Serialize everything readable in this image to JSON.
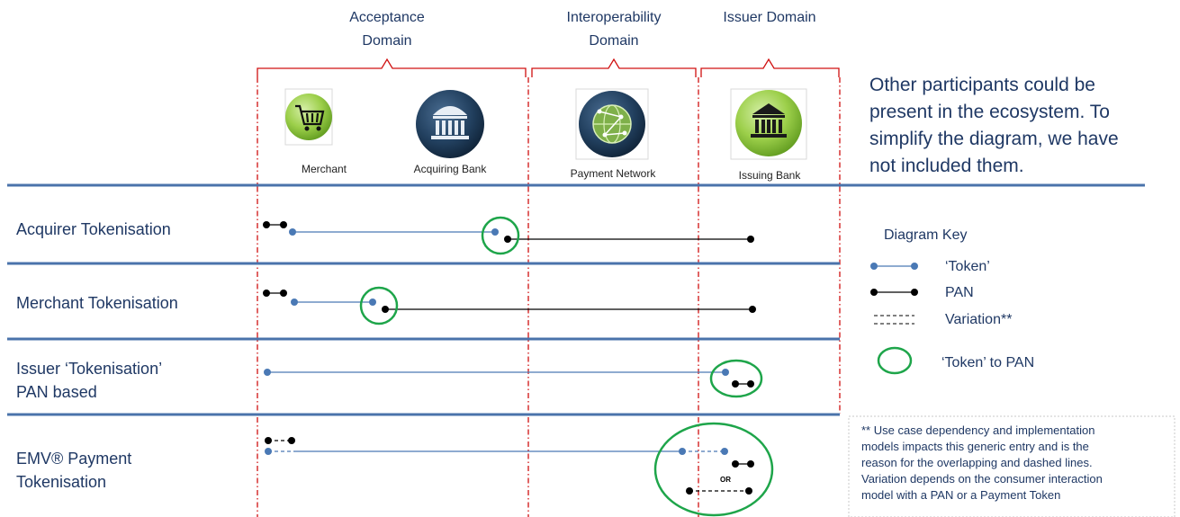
{
  "domains": {
    "acceptance": [
      "Acceptance",
      "Domain"
    ],
    "interoperability": [
      "Interoperability",
      "Domain"
    ],
    "issuer": [
      "Issuer Domain"
    ]
  },
  "participants": {
    "merchant": "Merchant",
    "acquiring_bank": "Acquiring Bank",
    "payment_network": "Payment Network",
    "issuing_bank": "Issuing Bank"
  },
  "note": [
    "Other participants could be",
    "present in the ecosystem. To",
    "simplify the diagram, we have",
    "not included them."
  ],
  "rows": {
    "acquirer": [
      "Acquirer Tokenisation"
    ],
    "merchant": [
      "Merchant Tokenisation"
    ],
    "issuer": [
      "Issuer ‘Tokenisation’",
      "PAN based"
    ],
    "emv": [
      "EMV® Payment",
      "Tokenisation"
    ]
  },
  "or_label": "OR",
  "key": {
    "title": "Diagram Key",
    "token": "‘Token’",
    "pan": "PAN",
    "variation": "Variation**",
    "token_to_pan": "‘Token’ to PAN"
  },
  "footnote": [
    "** Use case dependency and implementation",
    "models impacts this generic entry and is the",
    "reason for the overlapping and dashed lines.",
    "Variation depends on the consumer interaction",
    "model with a PAN or a Payment Token"
  ],
  "colors": {
    "text": "#1f3864",
    "divider": "#4a73ab",
    "domain_boundary": "#d01010",
    "token_line": "#4a79b5",
    "pan_line": "#000000",
    "conversion_ring": "#1ea54a",
    "icon_green": "#8cc63f",
    "icon_navy": "#1f3a5a"
  },
  "icons": {
    "merchant": "shopping-cart-icon",
    "acquiring_bank": "bank-building-icon",
    "payment_network": "globe-network-icon",
    "issuing_bank": "bank-building-icon"
  }
}
